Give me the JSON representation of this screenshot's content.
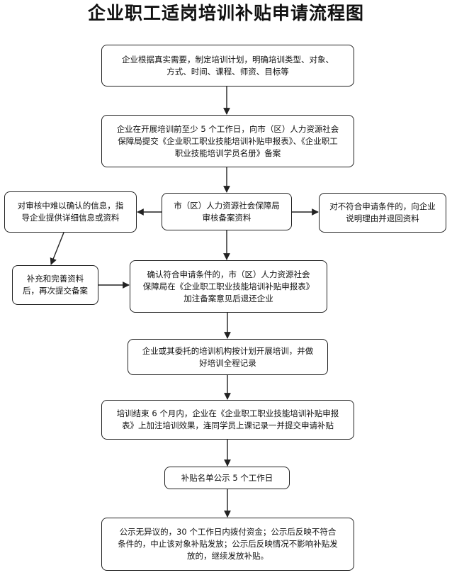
{
  "title": "企业职工适岗培训补贴申请流程图",
  "steps": {
    "s1": "企业根据真实需要，制定培训计划，明确培训类型、对象、\n方式、时间、课程、师资、目标等",
    "s2": "企业在开展培训前至少 5 个工作日，向市（区）人力资源社会\n保障局提交《企业职工职业技能培训补贴申报表》、《企业职工\n职业技能培训学员名册》备案",
    "s3": "市（区）人力资源社会保障局\n审核备案资料",
    "left": "对审核中难以确认的信息，指\n导企业提供详细信息或资料",
    "right": "对不符合申请条件的，向企业\n说明理由并退回资料",
    "supplement": "补充和完善资料\n后，再次提交备案",
    "s4": "确认符合申请条件的，市（区）人力资源社会\n保障局在《企业职工职业技能培训补贴申报表》\n加注备案意见后退还企业",
    "s5": "企业或其委托的培训机构按计划开展培训，并做\n好培训全程记录",
    "s6": "培训结束 6 个月内，企业在《企业职工职业技能培训补贴申报\n表》上加注培训效果，连同学员上课记录一并提交申请补贴",
    "s7": "补贴名单公示 5 个工作日",
    "s8": "公示无异议的，30 个工作日内拨付资金；公示后反映不符合\n条件的，中止该对象补贴发放；公示后反映情况不影响补贴发\n放的，继续发放补贴。"
  }
}
